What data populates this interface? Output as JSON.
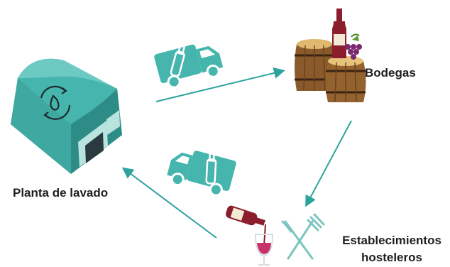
{
  "nodes": {
    "planta": {
      "label": "Planta de lavado"
    },
    "bodegas": {
      "label": "Bodegas"
    },
    "establecimientos": {
      "label_line1": "Establecimientos",
      "label_line2": "hosteleros"
    }
  },
  "colors": {
    "teal": "#45b5ad",
    "teal_dark": "#2e8c86",
    "arrow": "#2ea39d",
    "barrel_wood": "#8a5a2b",
    "barrel_light": "#e0b970",
    "wine": "#8c1d2c",
    "grape": "#7a2a6e"
  },
  "icons": [
    "warehouse-icon",
    "truck-icon",
    "bottle-icon",
    "barrel-icon",
    "grapes-icon",
    "wine-glass-icon",
    "cutlery-icon",
    "water-drop-icon"
  ]
}
